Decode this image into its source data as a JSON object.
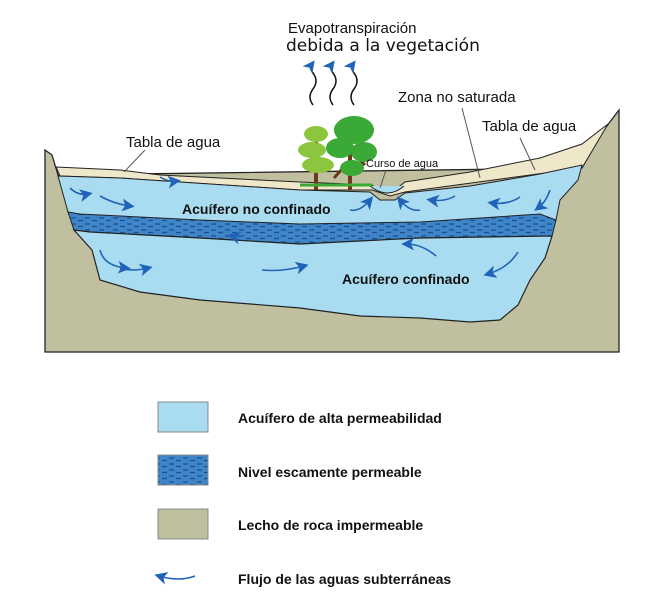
{
  "labels": {
    "evapo_line1": "Evapotranspiración",
    "evapo_line2": "debida a la vegetación",
    "tabla_agua_left": "Tabla de agua",
    "zona_no_saturada": "Zona no saturada",
    "tabla_agua_right": "Tabla de agua",
    "curso_de_agua": "Curso de agua",
    "acuifero_no_confinado": "Acuífero no confinado",
    "acuifero_confinado": "Acuífero confinado"
  },
  "legend": [
    {
      "pattern": "high-permeability",
      "label": "Acuífero de alta permeabilidad"
    },
    {
      "pattern": "low-permeability",
      "label": "Nivel escamente permeable"
    },
    {
      "pattern": "bedrock",
      "label": "Lecho de roca impermeable"
    },
    {
      "pattern": "flow-arrow",
      "label": "Flujo de las aguas subterráneas"
    }
  ],
  "colors": {
    "water": "#a9dcf0",
    "aquitard": "#3a7dc4",
    "rock": "#c0c0a1",
    "sand": "#efe7c9",
    "arrow": "#2063b8",
    "tree_leaf": "#8cc63f",
    "tree_dark": "#3aa935",
    "trunk": "#6b3a1e"
  }
}
